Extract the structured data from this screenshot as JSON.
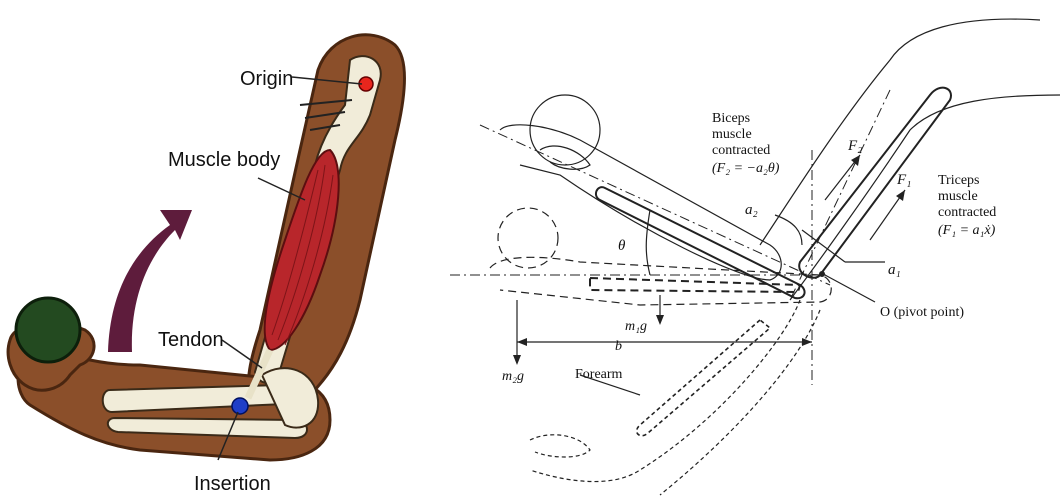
{
  "left": {
    "labels": {
      "origin": "Origin",
      "muscle_body": "Muscle body",
      "tendon": "Tendon",
      "insertion": "Insertion"
    },
    "colors": {
      "skin": "#8b4f2a",
      "skin_dark": "#5e3214",
      "bone": "#f1ecd9",
      "muscle": "#b8262b",
      "origin_dot": "#e8261d",
      "insertion_dot": "#1f3ec8",
      "arrow": "#5e1c3c",
      "ball": "#234a20"
    }
  },
  "right": {
    "labels": {
      "biceps_line1": "Biceps",
      "biceps_line2": "muscle",
      "biceps_line3": "contracted",
      "biceps_eq": "(F₂ = −a₂θ)",
      "triceps_line1": "Triceps",
      "triceps_line2": "muscle",
      "triceps_line3": "contracted",
      "triceps_eq": "(F₁ = a₁ẋ)",
      "F2": "F₂",
      "F1": "F₁",
      "a2": "a₂",
      "a1": "a₁",
      "theta": "θ",
      "pivot": "O (pivot point)",
      "m1g": "m₁g",
      "m2g": "m₂g",
      "b": "b",
      "forearm": "Forearm"
    }
  }
}
